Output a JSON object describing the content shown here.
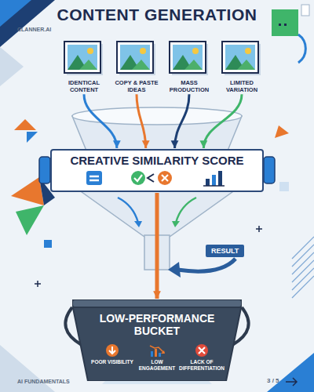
{
  "diagram": {
    "title": "CONTENT GENERATION",
    "nodes": [
      {
        "text": [
          "IDENTICAL CONTENT"
        ]
      },
      {
        "text": [
          "COPY & PASTE IDEAS"
        ]
      },
      {
        "text": [
          "MASS PRODUCTION"
        ]
      },
      {
        "text": [
          "LIMITED VARIATION"
        ]
      },
      {
        "text": [
          "CREATIVE SIMILARITY SCORE"
        ]
      },
      {
        "text": [
          "LOW-PERFORMANCE BUCKET",
          "POOR VISIBILITY",
          "LOW ENGAGEMENT",
          "LACK OF DIFFERENTIATION"
        ]
      },
      {
        "text": [
          "RESULT"
        ]
      }
    ],
    "edges": [
      {
        "from": 0,
        "to": 4,
        "arrow": "to"
      },
      {
        "from": 1,
        "to": 4,
        "arrow": "to"
      },
      {
        "from": 2,
        "to": 4,
        "arrow": "to"
      },
      {
        "from": 3,
        "to": 4,
        "arrow": "to"
      },
      {
        "from": 4,
        "to": 5,
        "arrow": "to"
      }
    ],
    "labels": [
      "CLANNER.AI",
      "AI FUNDAMENTALS",
      "3 / 5"
    ]
  }
}
